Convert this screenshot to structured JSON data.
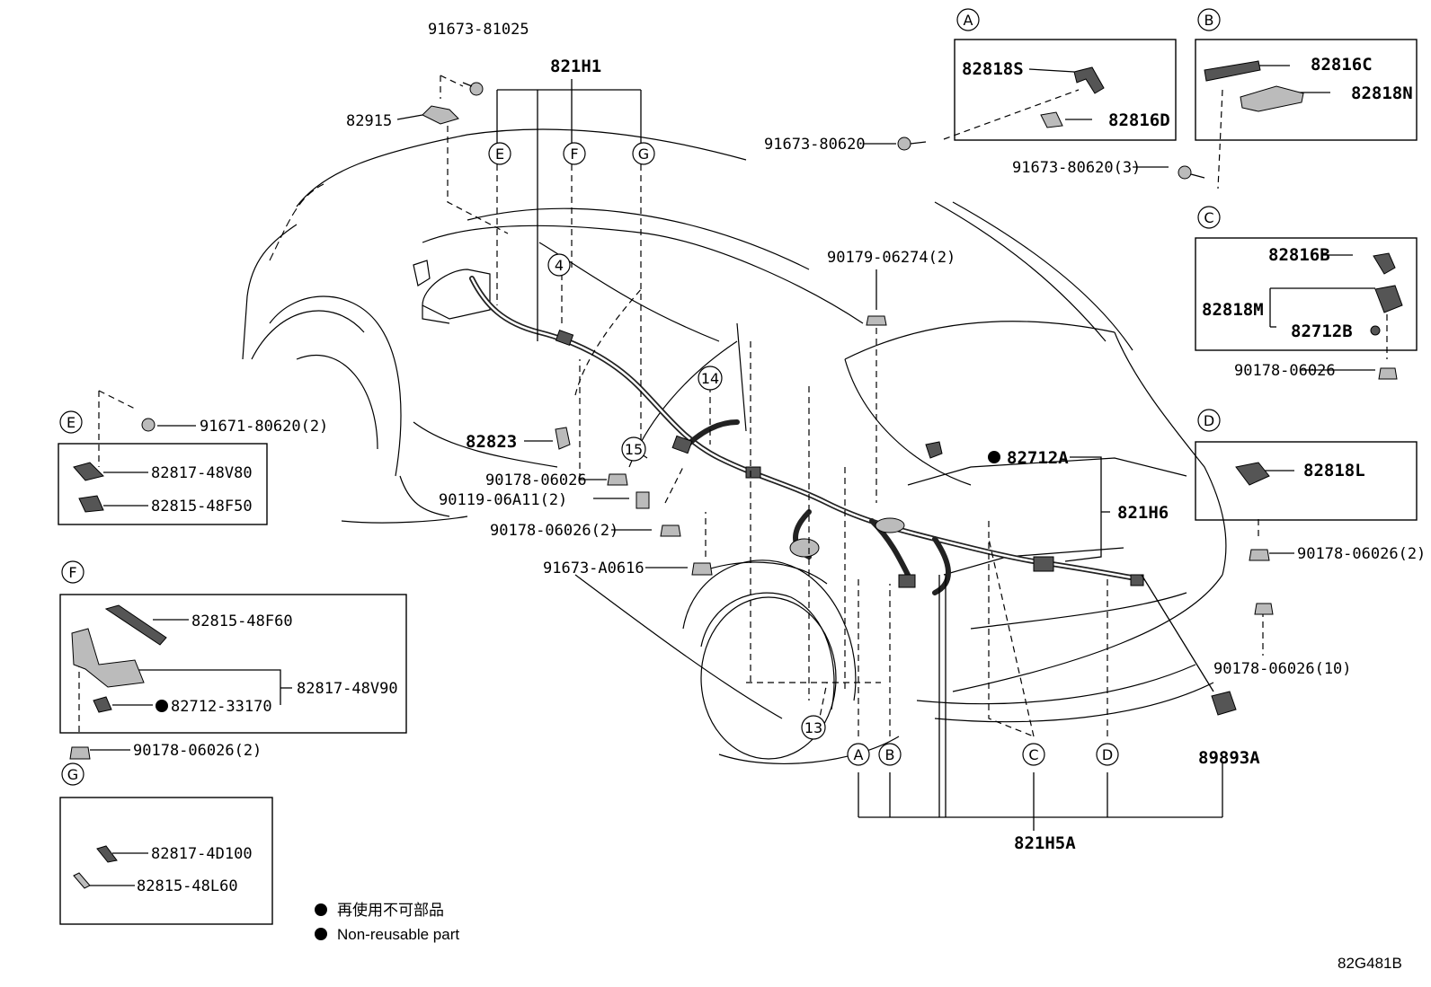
{
  "diagram": {
    "part_numbers": {
      "p91673_81025": "91673-81025",
      "p82915": "82915",
      "p821H1": "821H1",
      "p91673_80620": "91673-80620",
      "p91673_80620_3": "91673-80620(3)",
      "p82818S": "82818S",
      "p82816D": "82816D",
      "p82816C": "82816C",
      "p82818N": "82818N",
      "p82816B": "82816B",
      "p82818M": "82818M",
      "p82712B": "82712B",
      "p90178_06026_c": "90178-06026",
      "p90179_06274_2": "90179-06274(2)",
      "p82712A": "82712A",
      "p821H6": "821H6",
      "p82818L": "82818L",
      "p90178_06026_2_d": "90178-06026(2)",
      "p90178_06026_10": "90178-06026(10)",
      "p89893A": "89893A",
      "p821H5A": "821H5A",
      "p82823": "82823",
      "p90178_06026": "90178-06026",
      "p90119_06A11_2": "90119-06A11(2)",
      "p90178_06026_2": "90178-06026(2)",
      "p91673_A0616": "91673-A0616",
      "p91671_80620_2": "91671-80620(2)",
      "p82817_48V80": "82817-48V80",
      "p82815_48F50": "82815-48F50",
      "p82815_48F60": "82815-48F60",
      "p82817_48V90": "82817-48V90",
      "p82712_33170": "82712-33170",
      "p90178_06026_2_f": "90178-06026(2)",
      "p82817_4D100": "82817-4D100",
      "p82815_48L60": "82815-48L60"
    },
    "callouts": {
      "A": "A",
      "B": "B",
      "C": "C",
      "D": "D",
      "E": "E",
      "F": "F",
      "G": "G",
      "n4": "4",
      "n13": "13",
      "n14": "14",
      "n15": "15"
    },
    "legend": {
      "jp": "再使用不可部品",
      "en": "Non-reusable part"
    },
    "code": "82G481B"
  }
}
